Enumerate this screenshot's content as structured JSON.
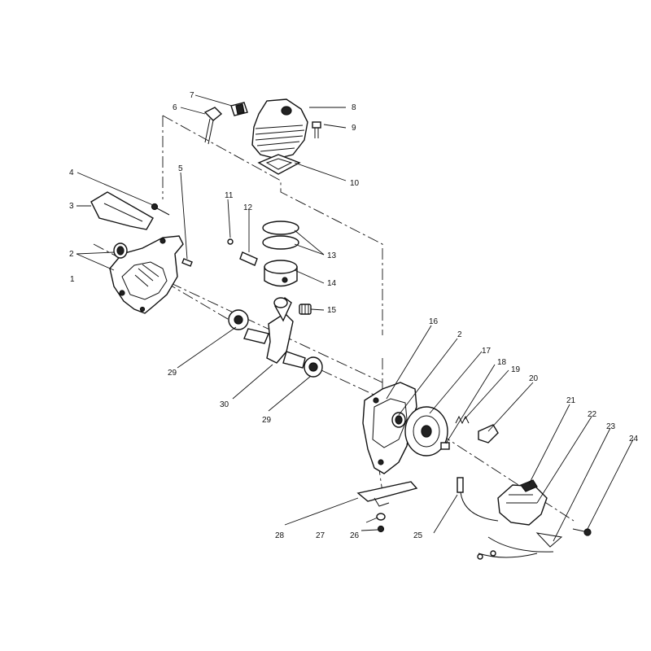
{
  "callouts": [
    {
      "id": "c1",
      "text": "1"
    },
    {
      "id": "c2a",
      "text": "2"
    },
    {
      "id": "c2b",
      "text": "2"
    },
    {
      "id": "c3",
      "text": "3"
    },
    {
      "id": "c4",
      "text": "4"
    },
    {
      "id": "c5",
      "text": "5"
    },
    {
      "id": "c6",
      "text": "6"
    },
    {
      "id": "c7",
      "text": "7"
    },
    {
      "id": "c8",
      "text": "8"
    },
    {
      "id": "c9",
      "text": "9"
    },
    {
      "id": "c10",
      "text": "10"
    },
    {
      "id": "c11",
      "text": "11"
    },
    {
      "id": "c12",
      "text": "12"
    },
    {
      "id": "c13",
      "text": "13"
    },
    {
      "id": "c14",
      "text": "14"
    },
    {
      "id": "c15",
      "text": "15"
    },
    {
      "id": "c16",
      "text": "16"
    },
    {
      "id": "c17",
      "text": "17"
    },
    {
      "id": "c18",
      "text": "18"
    },
    {
      "id": "c19",
      "text": "19"
    },
    {
      "id": "c20",
      "text": "20"
    },
    {
      "id": "c21",
      "text": "21"
    },
    {
      "id": "c22",
      "text": "22"
    },
    {
      "id": "c23",
      "text": "23"
    },
    {
      "id": "c24",
      "text": "24"
    },
    {
      "id": "c25",
      "text": "25"
    },
    {
      "id": "c26",
      "text": "26"
    },
    {
      "id": "c27",
      "text": "27"
    },
    {
      "id": "c28",
      "text": "28"
    },
    {
      "id": "c29a",
      "text": "29"
    },
    {
      "id": "c29b",
      "text": "29"
    },
    {
      "id": "c30",
      "text": "30"
    }
  ]
}
